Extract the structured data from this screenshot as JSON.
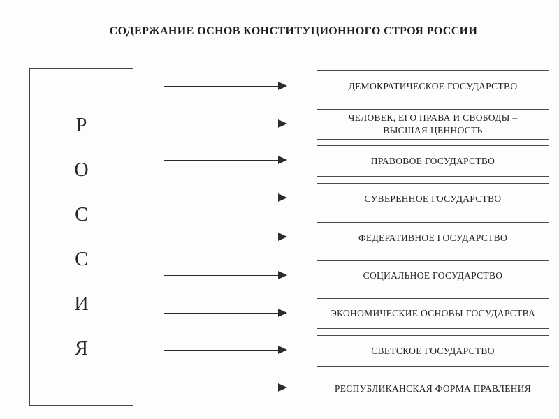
{
  "title": "СОДЕРЖАНИЕ ОСНОВ КОНСТИТУЦИОННОГО СТРОЯ РОССИИ",
  "root": {
    "letters": [
      "Р",
      "О",
      "С",
      "С",
      "И",
      "Я"
    ]
  },
  "items": [
    {
      "label": "ДЕМОКРАТИЧЕСКОЕ ГОСУДАРСТВО"
    },
    {
      "label": "ЧЕЛОВЕК, ЕГО ПРАВА И СВОБОДЫ – ВЫСШАЯ ЦЕННОСТЬ"
    },
    {
      "label": "ПРАВОВОЕ ГОСУДАРСТВО"
    },
    {
      "label": "СУВЕРЕННОЕ ГОСУДАРСТВО"
    },
    {
      "label": "ФЕДЕРАТИВНОЕ ГОСУДАРСТВО"
    },
    {
      "label": "СОЦИАЛЬНОЕ ГОСУДАРСТВО"
    },
    {
      "label": "ЭКОНОМИЧЕСКИЕ ОСНОВЫ ГОСУДАРСТВА"
    },
    {
      "label": "СВЕТСКОЕ ГОСУДАРСТВО"
    },
    {
      "label": "РЕСПУБЛИКАНСКАЯ ФОРМА ПРАВЛЕНИЯ"
    }
  ],
  "colors": {
    "ink": "#242424",
    "border": "#4a4a4a",
    "background": "#fdfdfc"
  }
}
